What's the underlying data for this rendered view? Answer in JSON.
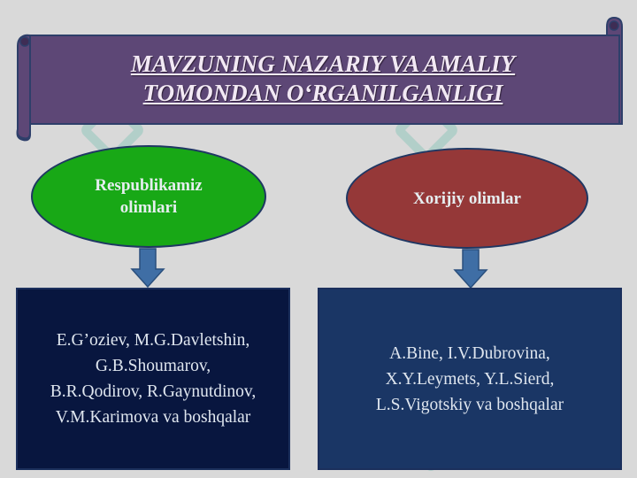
{
  "banner": {
    "title_line1": "MAVZUNING NAZARIY VA AMALIY",
    "title_line2": "TOMONDAN O‘RGANILGANLIGI"
  },
  "left": {
    "oval_label": "Respublikamiz\nolimlari",
    "scholars": " E.G’oziev, M.G.Davletshin,\nG.B.Shoumarov,\nB.R.Qodirov, R.Gaynutdinov,\nV.M.Karimova va boshqalar"
  },
  "right": {
    "oval_label": "Xorijiy olimlar",
    "scholars": "A.Bine, I.V.Dubrovina,\nX.Y.Leymets, Y.L.Sierd,\nL.S.Vigotskiy va boshqalar"
  },
  "colors": {
    "background": "#d9d9d9",
    "banner": "#5d4776",
    "left_oval": "#18a816",
    "right_oval": "#953838",
    "left_box": "#08163f",
    "right_box": "#1a3665",
    "arrow": "#3f6ea5"
  }
}
